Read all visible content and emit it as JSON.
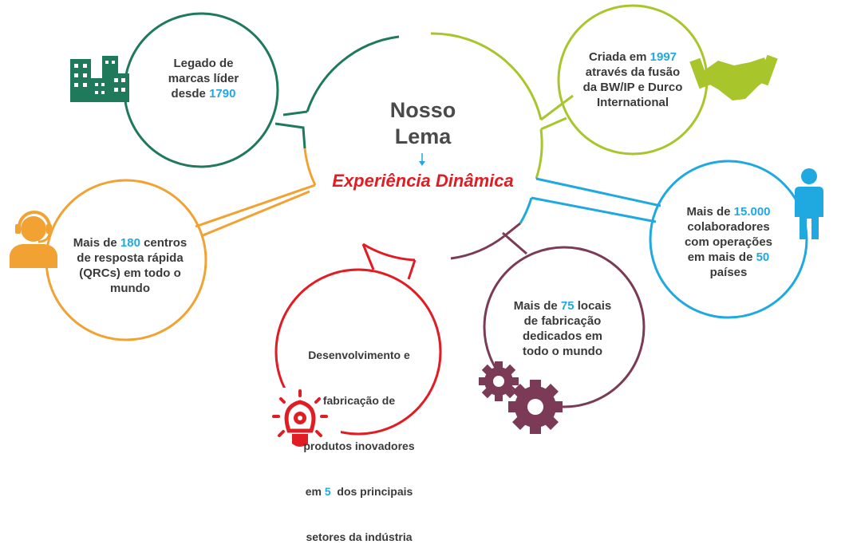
{
  "center": {
    "title_line1": "Nosso",
    "title_line2": "Lema",
    "subtitle": "Experiência Dinâmica"
  },
  "nodes": {
    "legacy": {
      "line1": "Legado de",
      "line2": "marcas líder",
      "line3_prefix": "desde ",
      "year": "1790",
      "color": "#1e7a5a",
      "icon": "buildings-icon"
    },
    "founded": {
      "line1_prefix": "Criada em ",
      "year": "1997",
      "line2": "através da fusão",
      "line3": "da BW/IP e Durco",
      "line4": "International",
      "color": "#a8c62c",
      "icon": "handshake-icon"
    },
    "employees": {
      "line1_prefix": "Mais de ",
      "count": "15.000",
      "line2": "colaboradores",
      "line3": "com operações",
      "line4_prefix": "em mais de ",
      "countries": "50",
      "line5": "países",
      "color": "#1fa9e0",
      "icon": "person-icon"
    },
    "manufacturing": {
      "line1_prefix": "Mais de ",
      "count": "75",
      "line1_suffix": " locais",
      "line2": "de fabricação",
      "line3": "dedicados em",
      "line4": "todo o mundo",
      "color": "#7b3a55",
      "icon": "gears-icon"
    },
    "innovation": {
      "line1": "Desenvolvimento e",
      "line2": "fabricação de",
      "line3": "produtos inovadores",
      "line4_prefix": "em ",
      "count": "5",
      "line4_suffix": "  dos principais",
      "line5": "setores da indústria",
      "color": "#e21c23",
      "icon": "lightbulb-gear-icon"
    },
    "qrc": {
      "line1_prefix": "Mais de ",
      "count": "180",
      "line1_suffix": " centros",
      "line2": "de resposta rápida",
      "line3": "(QRCs) em todo o",
      "line4": "mundo",
      "color": "#f2a233",
      "icon": "headset-person-icon"
    }
  },
  "highlight_color": "#1fa9e0",
  "center_color": "#4a4a4a",
  "subtitle_color": "#e21c23"
}
